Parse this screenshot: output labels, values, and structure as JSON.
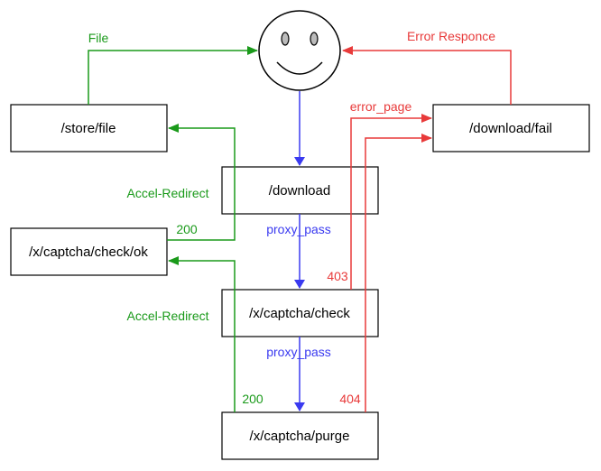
{
  "colors": {
    "green": "#1a9a1a",
    "blue": "#3a3af0",
    "red": "#e83a3a",
    "box_stroke": "#000000"
  },
  "nodes": {
    "store_file": "/store/file",
    "download": "/download",
    "download_fail": "/download/fail",
    "captcha_check_ok": "/x/captcha/check/ok",
    "captcha_check": "/x/captcha/check",
    "captcha_purge": "/x/captcha/purge"
  },
  "labels": {
    "file": "File",
    "error_responce": "Error Responce",
    "error_page": "error_page",
    "accel_redirect_1": "Accel-Redirect",
    "accel_redirect_2": "Accel-Redirect",
    "proxy_pass_1": "proxy_pass",
    "proxy_pass_2": "proxy_pass",
    "status_200_upper": "200",
    "status_200_lower": "200",
    "status_403": "403",
    "status_404": "404"
  },
  "icons": {
    "user": "smiley-face-icon"
  }
}
